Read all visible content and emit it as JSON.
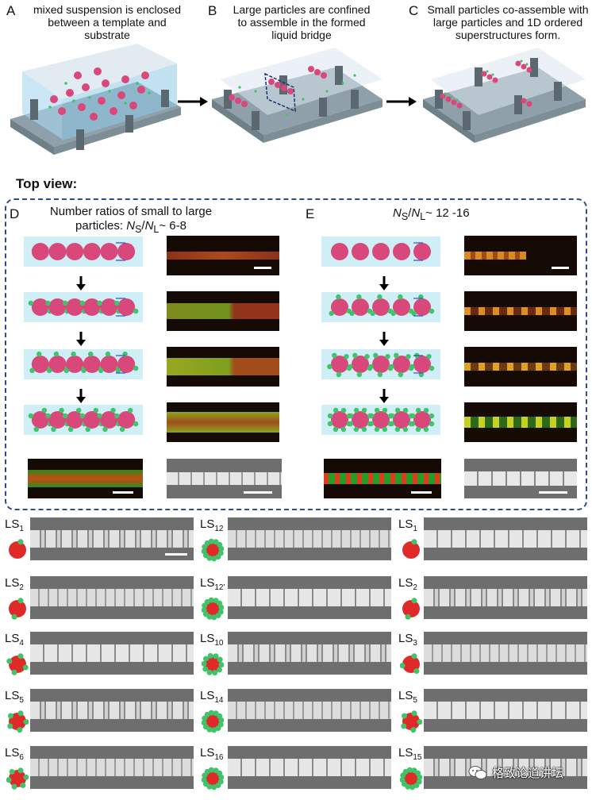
{
  "panels_top": [
    {
      "letter": "A",
      "text": "mixed suspension is enclosed between a template and substrate"
    },
    {
      "letter": "B",
      "text": "Large particles are confined to assemble in the formed liquid bridge"
    },
    {
      "letter": "C",
      "text": "Small particles co-assemble with large particles and 1D ordered superstructures form."
    }
  ],
  "top_view_label": "Top view:",
  "panel_d": {
    "letter": "D",
    "title_line1": "Number ratios of small to large",
    "title_line2_prefix": "particles: ",
    "ratio_n": "N",
    "sub_s": "S",
    "slash": "/",
    "sub_l": "L",
    "ratio_value": "~ 6-8"
  },
  "panel_e": {
    "letter": "E",
    "ratio_n": "N",
    "sub_s": "S",
    "slash": "/",
    "sub_l": "L",
    "ratio_value": "~ 12 -16"
  },
  "ls_rows": [
    [
      {
        "main": "LS",
        "sub": "1"
      },
      {
        "main": "LS",
        "sub": "12"
      },
      {
        "main": "LS",
        "sub": "1"
      }
    ],
    [
      {
        "main": "LS",
        "sub": "2"
      },
      {
        "main": "LS",
        "sub": "12'"
      },
      {
        "main": "LS",
        "sub": "2"
      }
    ],
    [
      {
        "main": "LS",
        "sub": "4"
      },
      {
        "main": "LS",
        "sub": "10"
      },
      {
        "main": "LS",
        "sub": "3"
      }
    ],
    [
      {
        "main": "LS",
        "sub": "5"
      },
      {
        "main": "LS",
        "sub": "14"
      },
      {
        "main": "LS",
        "sub": "5"
      }
    ],
    [
      {
        "main": "LS",
        "sub": "6"
      },
      {
        "main": "LS",
        "sub": "16"
      },
      {
        "main": "LS",
        "sub": "15"
      }
    ]
  ],
  "watermark": "格致论道讲坛",
  "colors": {
    "large_particle": "#d9487a",
    "small_particle": "#3fc46a",
    "cell_bg": "#cfeef6",
    "dashed_border": "#2e4b8c",
    "red_sphere": "#e02a2a"
  }
}
